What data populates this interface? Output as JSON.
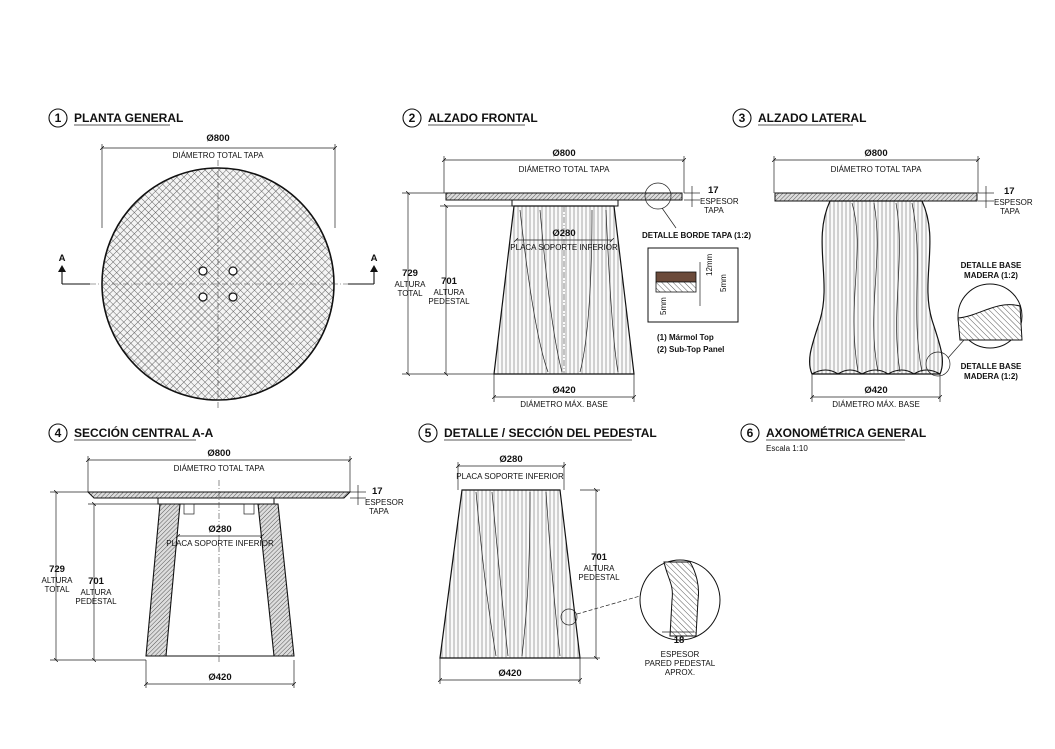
{
  "views": [
    {
      "number": "1",
      "title": "PLANTA GENERAL"
    },
    {
      "number": "2",
      "title": "ALZADO FRONTAL"
    },
    {
      "number": "3",
      "title": "ALZADO LATERAL"
    },
    {
      "number": "4",
      "title": "SECCIÓN CENTRAL A-A"
    },
    {
      "number": "5",
      "title": "DETALLE / SECCIÓN DEL PEDESTAL"
    },
    {
      "number": "6",
      "title": "AXONOMÉTRICA GENERAL"
    }
  ],
  "axon_scale": "Escala 1:10",
  "plan": {
    "diameter": "Ø800",
    "diameter_label": "DIÁMETRO TOTAL TAPA",
    "section_mark": "A"
  },
  "front": {
    "diameter": "Ø800",
    "diameter_label": "DIÁMETRO TOTAL TAPA",
    "top_thickness": "17",
    "top_thickness_label_1": "ESPESOR",
    "top_thickness_label_2": "TAPA",
    "plate_diameter": "Ø280",
    "plate_label": "PLACA SOPORTE INFERIOR",
    "total_height": "729",
    "total_height_label_1": "ALTURA",
    "total_height_label_2": "TOTAL",
    "pedestal_height": "701",
    "pedestal_height_label_1": "ALTURA",
    "pedestal_height_label_2": "PEDESTAL",
    "base_diameter": "Ø420",
    "base_label": "DIÁMETRO MÁX. BASE",
    "edge_detail_title": "DETALLE BORDE TAPA (1:2)",
    "edge_dim_1": "12mm",
    "edge_dim_2": "5mm",
    "edge_dim_3": "5mm",
    "legend_1": "(1) Mármol Top",
    "legend_2": "(2) Sub-Top Panel"
  },
  "side": {
    "diameter": "Ø800",
    "diameter_label": "DIÁMETRO TOTAL TAPA",
    "top_thickness": "17",
    "top_thickness_label_1": "ESPESOR",
    "top_thickness_label_2": "TAPA",
    "base_detail_1": "DETALLE BASE",
    "base_detail_2": "MADERA (1:2)",
    "base_detail_3": "DETALLE BASE",
    "base_detail_4": "MADERA (1:2)",
    "base_diameter": "Ø420",
    "base_label": "DIÁMETRO MÁX. BASE"
  },
  "section": {
    "diameter": "Ø800",
    "diameter_label": "DIÁMETRO TOTAL TAPA",
    "top_thickness": "17",
    "top_thickness_label_1": "ESPESOR",
    "top_thickness_label_2": "TAPA",
    "plate_diameter": "Ø280",
    "plate_label": "PLACA SOPORTE INFERIOR",
    "total_height": "729",
    "total_height_label_1": "ALTURA",
    "total_height_label_2": "TOTAL",
    "pedestal_height": "701",
    "pedestal_height_label_1": "ALTURA",
    "pedestal_height_label_2": "PEDESTAL",
    "base_diameter": "Ø420"
  },
  "pedestal": {
    "plate_diameter": "Ø280",
    "plate_label": "PLACA SOPORTE INFERIOR",
    "height": "701",
    "height_label_1": "ALTURA",
    "height_label_2": "PEDESTAL",
    "wall_thickness": "18",
    "wall_label_1": "ESPESOR",
    "wall_label_2": "PARED PEDESTAL",
    "wall_label_3": "APROX.",
    "base_diameter": "Ø420"
  }
}
